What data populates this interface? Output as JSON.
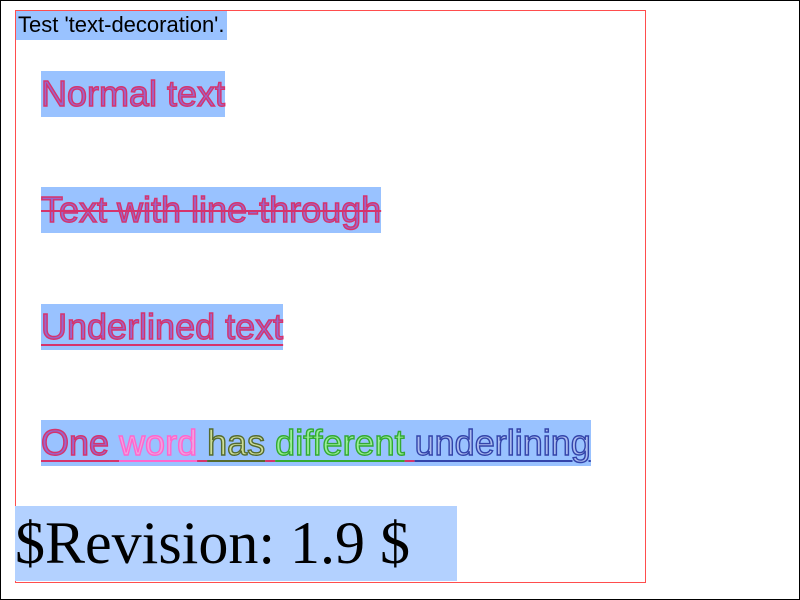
{
  "title": "Test 'text-decoration'.",
  "lines": {
    "normal": "Normal text",
    "line_through": "Text with line-through",
    "underlined": "Underlined text"
  },
  "mixed": {
    "words": [
      "One",
      "word",
      "has",
      "different",
      "underlining"
    ]
  },
  "revision": "$Revision: 1.9 $",
  "colors": {
    "highlight": "#99c2ff",
    "border_outer": "#000000",
    "border_inner": "#ff4d4d",
    "text_fill": "#9966cc",
    "text_stroke": "#d6336c"
  }
}
